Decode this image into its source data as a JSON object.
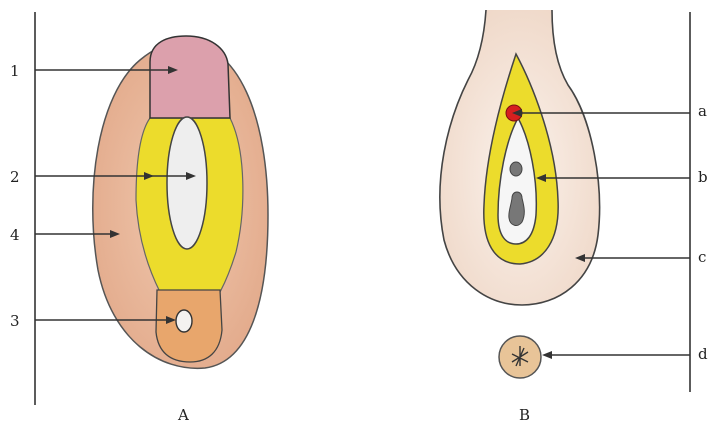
{
  "figure_a": {
    "caption": "A",
    "labels": [
      "1",
      "2",
      "4",
      "3"
    ]
  },
  "figure_b": {
    "caption": "B",
    "labels": [
      "a",
      "b",
      "c",
      "d"
    ]
  },
  "colors": {
    "outer_tissue_a": "#e8b596",
    "pink_cap": "#dca0ac",
    "yellow_layer": "#ecdc2c",
    "center_white": "#eeeeee",
    "base_orange": "#e8a66c",
    "outer_tissue_b": "#f5e6dc",
    "red_dot": "#d61f1f",
    "round_seed": "#e8c498"
  }
}
